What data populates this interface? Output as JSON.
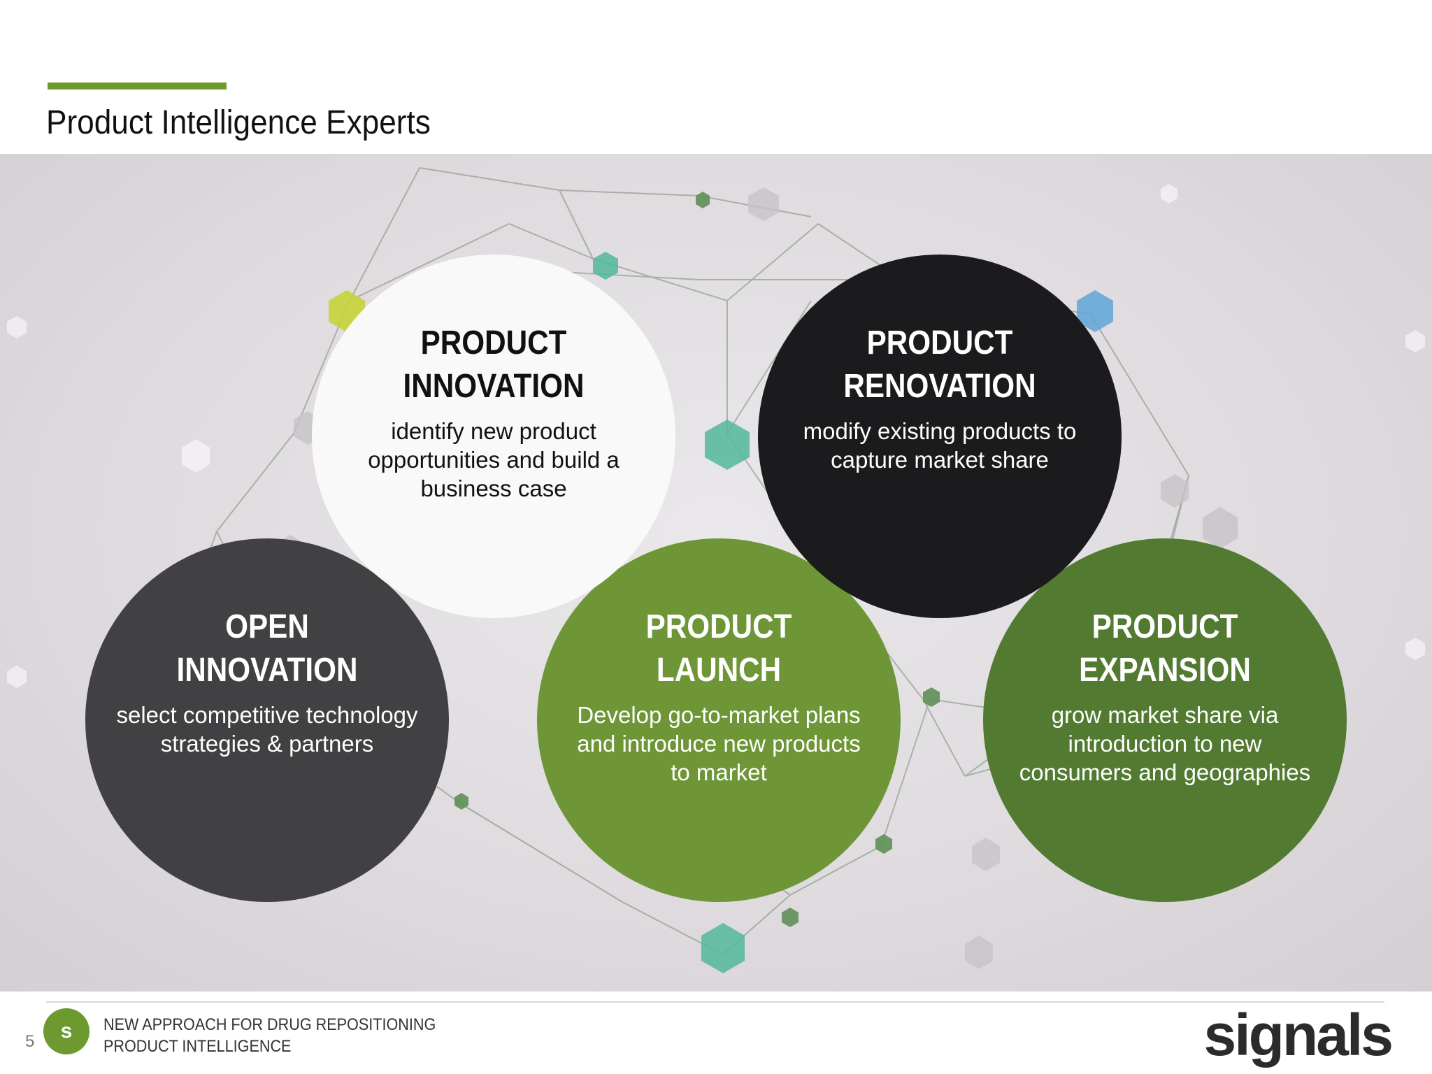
{
  "colors": {
    "accent": "#6c9a2f",
    "innovation_bg": "#f9f9f9",
    "renovation_bg": "#1b1a1c",
    "open_bg": "#414042",
    "launch_bg": "#6e9637",
    "expansion_bg": "#527a30"
  },
  "slide": {
    "title": "Product Intelligence Experts"
  },
  "circles": {
    "innovation": {
      "line1": "PRODUCT",
      "line2": "INNOVATION",
      "description": "identify new product opportunities and build a business case"
    },
    "renovation": {
      "line1": "PRODUCT",
      "line2": "RENOVATION",
      "description": "modify existing products to capture market share"
    },
    "open": {
      "line1": "OPEN",
      "line2": "INNOVATION",
      "description": "select competitive technology strategies & partners"
    },
    "launch": {
      "line1": "PRODUCT",
      "line2": "LAUNCH",
      "description": "Develop go-to-market plans and introduce new products to market"
    },
    "expansion": {
      "line1": "PRODUCT",
      "line2": "EXPANSION",
      "description": "grow market share via introduction to new consumers and geographies"
    }
  },
  "footer": {
    "page_number": "5",
    "logo_letter": "s",
    "line1": "NEW APPROACH FOR DRUG REPOSITIONING",
    "line2": "PRODUCT INTELLIGENCE",
    "brand": "signals"
  }
}
